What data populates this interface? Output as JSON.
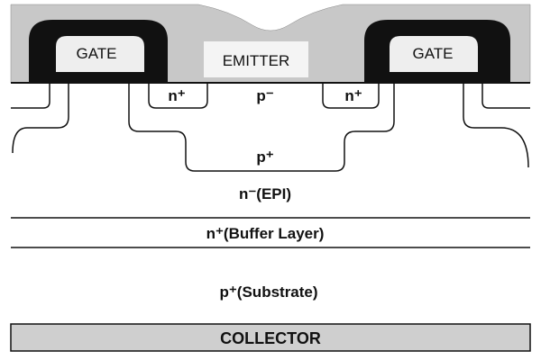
{
  "labels": {
    "gate_left": "GATE",
    "gate_right": "GATE",
    "emitter": "EMITTER",
    "n_plus_left": "n⁺",
    "n_plus_right": "n⁺",
    "p_minus": "p⁻",
    "p_plus": "p⁺",
    "n_epi": "n⁻(EPI)",
    "buffer": "n⁺(Buffer Layer)",
    "substrate": "p⁺(Substrate)",
    "collector": "COLLECTOR"
  },
  "colors": {
    "metal": "#c8c8c8",
    "gate_oxide": "#111111",
    "gate_poly": "#eeeeee",
    "collector_metal": "#cfcfcf",
    "line": "#111111"
  }
}
